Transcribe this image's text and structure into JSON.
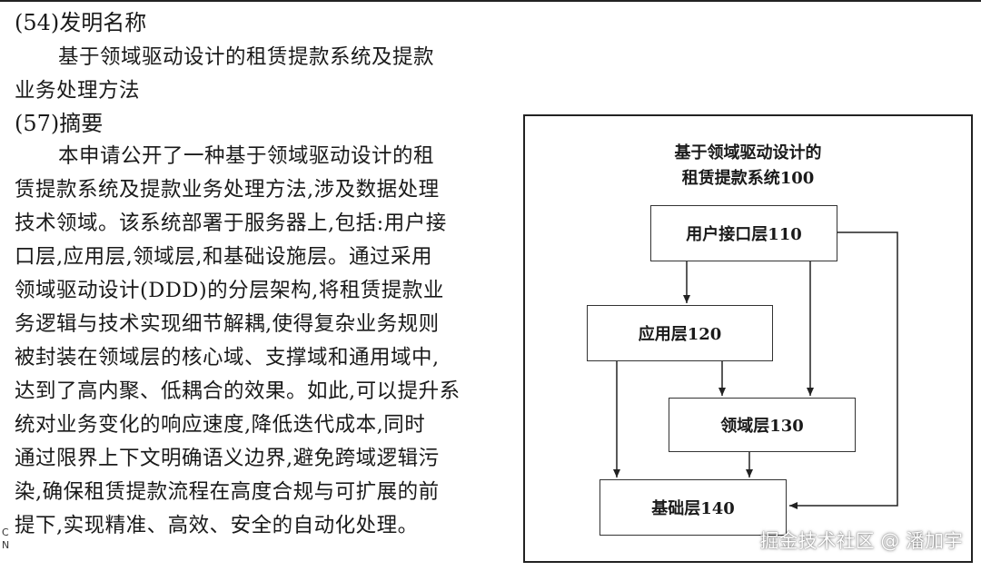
{
  "patent": {
    "title_heading": "(54)发明名称",
    "title_lines": [
      "基于领域驱动设计的租赁提款系统及提款",
      "业务处理方法"
    ],
    "abstract_heading": "(57)摘要",
    "abstract_lines": [
      "本申请公开了一种基于领域驱动设计的租",
      "赁提款系统及提款业务处理方法,涉及数据处理",
      "技术领域。该系统部署于服务器上,包括:用户接",
      "口层,应用层,领域层,和基础设施层。通过采用",
      "领域驱动设计(DDD)的分层架构,将租赁提款业",
      "务逻辑与技术实现细节解耦,使得复杂业务规则",
      "被封装在领域层的核心域、支撑域和通用域中,",
      "达到了高内聚、低耦合的效果。如此,可以提升系",
      "统对业务变化的响应速度,降低迭代成本,同时",
      "通过限界上下文明确语义边界,避免跨域逻辑污",
      "染,确保租赁提款流程在高度合规与可扩展的前",
      "提下,实现精准、高效、安全的自动化处理。"
    ],
    "margin_mark": "C N"
  },
  "figure": {
    "title_lines": [
      "基于领域驱动设计的",
      "租赁提款系统100"
    ],
    "boxes": {
      "ui_layer": "用户接口层110",
      "app_layer": "应用层120",
      "domain_layer": "领域层130",
      "infra_layer": "基础层140"
    }
  },
  "watermark": "掘金技术社区 @ 潘加宇"
}
